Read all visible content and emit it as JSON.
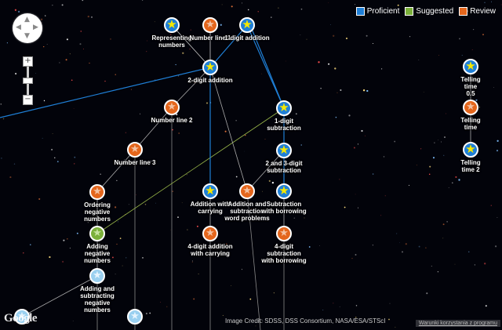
{
  "legend": [
    {
      "label": "Proficient",
      "color": "#1f7fd6"
    },
    {
      "label": "Suggested",
      "color": "#7bb03a"
    },
    {
      "label": "Review",
      "color": "#e4661c"
    }
  ],
  "controls": {
    "pan_icon": "pan-arrows-icon",
    "zoom_in": "+",
    "zoom_out": "−"
  },
  "nodes": [
    {
      "id": "representing-numbers",
      "label": "Representing\nnumbers",
      "status": "proficient"
    },
    {
      "id": "number-line-1",
      "label": "Number line 1",
      "status": "review"
    },
    {
      "id": "1-digit-addition",
      "label": "1-digit addition",
      "status": "proficient"
    },
    {
      "id": "2-digit-addition",
      "label": "2-digit addition",
      "status": "proficient"
    },
    {
      "id": "number-line-2",
      "label": "Number line 2",
      "status": "review"
    },
    {
      "id": "1-digit-subtraction",
      "label": "1-digit\nsubtraction",
      "status": "proficient"
    },
    {
      "id": "number-line-3",
      "label": "Number line 3",
      "status": "review"
    },
    {
      "id": "2-and-3-digit-subtraction",
      "label": "2 and 3-digit\nsubtraction",
      "status": "proficient"
    },
    {
      "id": "ordering-negative-numbers",
      "label": "Ordering\nnegative\nnumbers",
      "status": "review"
    },
    {
      "id": "addition-with-carrying",
      "label": "Addition with\ncarrying",
      "status": "proficient"
    },
    {
      "id": "addition-subtraction-word-problems",
      "label": "Addition and\nsubtraction\nword problems",
      "status": "review"
    },
    {
      "id": "subtraction-with-borrowing",
      "label": "Subtraction\nwith borrowing",
      "status": "proficient"
    },
    {
      "id": "adding-negative-numbers",
      "label": "Adding\nnegative\nnumbers",
      "status": "suggested"
    },
    {
      "id": "4-digit-addition-carrying",
      "label": "4-digit addition\nwith carrying",
      "status": "review"
    },
    {
      "id": "4-digit-subtraction-borrowing",
      "label": "4-digit\nsubtraction\nwith borrowing",
      "status": "review"
    },
    {
      "id": "adding-subtracting-negative-numbers",
      "label": "Adding and\nsubtracting\nnegative\nnumbers",
      "status": "pale"
    },
    {
      "id": "telling-time-0-5",
      "label": "Telling time\n0.5",
      "status": "proficient"
    },
    {
      "id": "telling-time",
      "label": "Telling time",
      "status": "review"
    },
    {
      "id": "telling-time-2",
      "label": "Telling time 2",
      "status": "proficient"
    },
    {
      "id": "bottom-left-node",
      "label": "",
      "status": "pale"
    },
    {
      "id": "bottom-node",
      "label": "",
      "status": "pale"
    }
  ],
  "footer": {
    "logo": "Google",
    "credit": "Image Credit: SDSS, DSS Consortium, NASA/ESA/STScI",
    "terms": "Warunki korzystania z programu"
  }
}
